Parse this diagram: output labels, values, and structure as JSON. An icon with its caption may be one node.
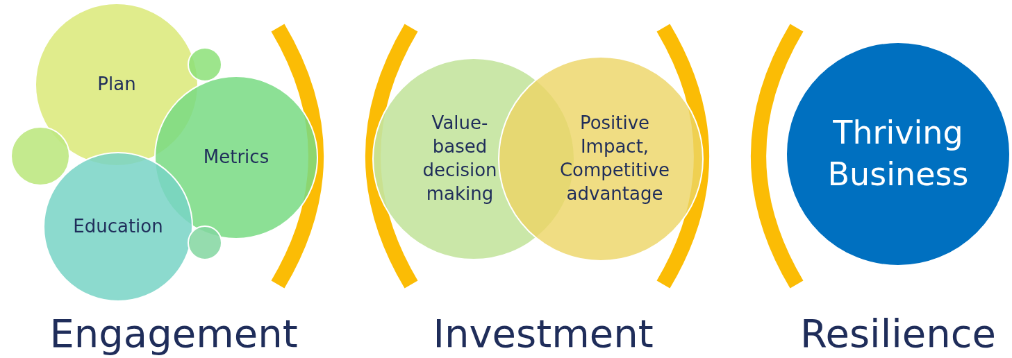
{
  "diagram": {
    "nodes": [
      {
        "text": [
          "Plan"
        ]
      },
      {
        "text": [],
        "shape": "circle"
      },
      {
        "text": [],
        "shape": "circle"
      },
      {
        "text": [
          "Metrics"
        ]
      },
      {
        "text": [
          "Education"
        ]
      },
      {
        "text": [],
        "shape": "circle"
      },
      {
        "text": [
          "Value-based decision making"
        ]
      },
      {
        "text": [
          "Positive Impact, Competitive advantage"
        ]
      },
      {
        "text": [
          "Thriving Business"
        ]
      }
    ],
    "edges": [],
    "labels": [
      "Engagement",
      "Investment",
      "Resilience"
    ]
  }
}
